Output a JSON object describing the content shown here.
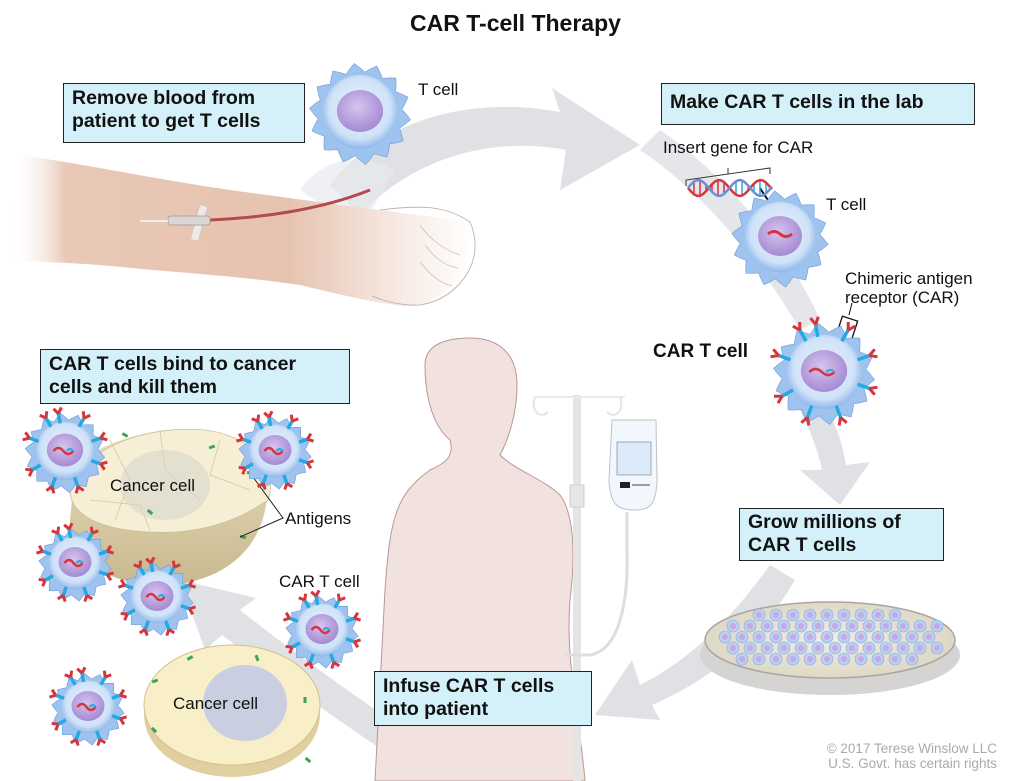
{
  "title": "CAR T-cell Therapy",
  "steps": [
    {
      "id": "remove-blood",
      "text_lines": [
        "Remove blood from",
        "patient to get T cells"
      ]
    },
    {
      "id": "make-car-t",
      "text_lines": [
        "Make CAR T cells in the lab"
      ]
    },
    {
      "id": "grow",
      "text_lines": [
        "Grow millions of",
        "CAR T cells"
      ]
    },
    {
      "id": "infuse",
      "text_lines": [
        "Infuse CAR T cells",
        "into patient"
      ]
    },
    {
      "id": "bind-kill",
      "text_lines": [
        "CAR T cells bind to cancer",
        "cells and kill them"
      ]
    }
  ],
  "labels": {
    "t_cell_1": "T cell",
    "insert_gene": "Insert gene for CAR",
    "t_cell_2": "T cell",
    "car_receptor_line1": "Chimeric antigen",
    "car_receptor_line2": "receptor (CAR)",
    "car_t_cell_bold": "CAR T cell",
    "car_t_cell_small": "CAR T cell",
    "cancer_cell_1": "Cancer cell",
    "cancer_cell_2": "Cancer cell",
    "antigens": "Antigens"
  },
  "copyright": {
    "line1": "© 2017 Terese Winslow LLC",
    "line2": "U.S. Govt. has certain rights"
  },
  "colors": {
    "box_fill": "#d4f1f9",
    "arrow_gray": "#dfe1e5",
    "cell_blue": "#9ec3ee",
    "nucleus_purple": "#b49ad8",
    "receptor_red": "#d8343b",
    "receptor_cyan": "#26a9df",
    "antigen_green": "#3aa35a",
    "skin": "#efd9cf",
    "silhouette": "#f1e1df",
    "cancer_cream": "#f7eecb"
  }
}
